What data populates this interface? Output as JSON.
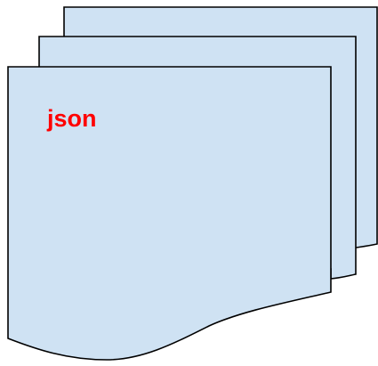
{
  "diagram": {
    "shape": "multi-document",
    "sheet_count": 3,
    "fill_color": "#cfe2f3",
    "stroke_color": "#000000",
    "label": "json",
    "label_color": "#ff0000"
  }
}
